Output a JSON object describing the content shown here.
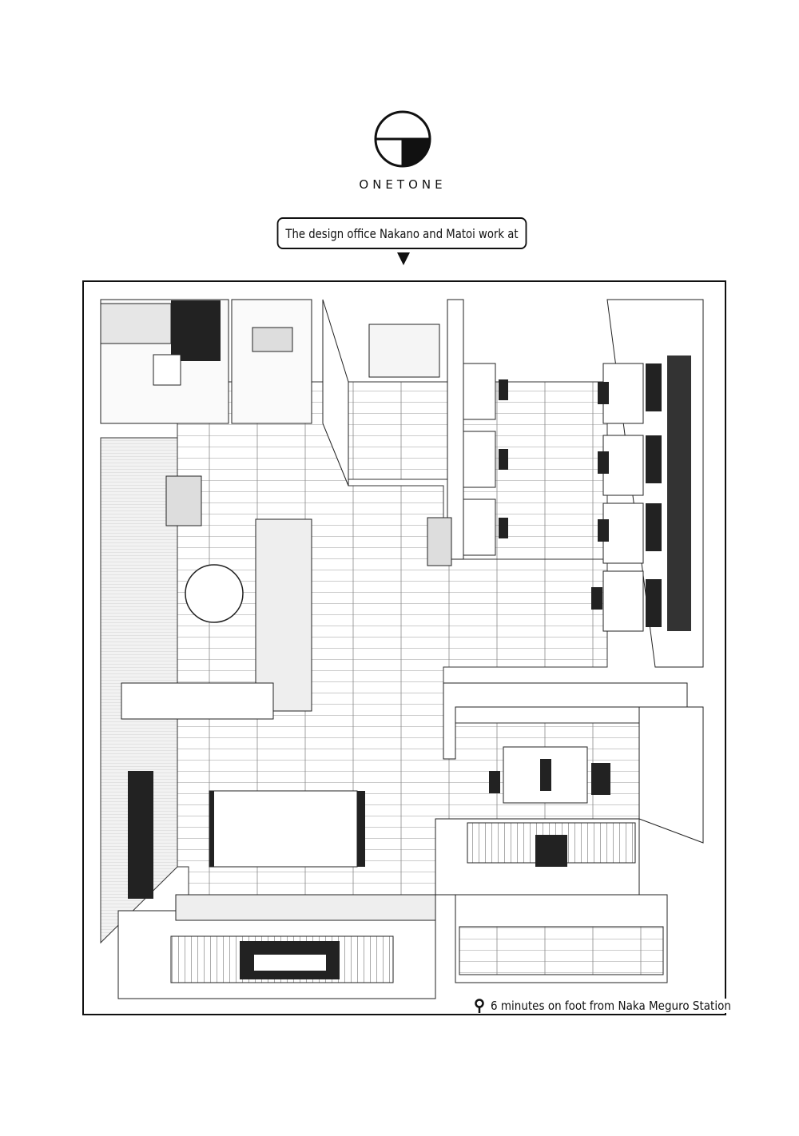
{
  "logo": {
    "brand": "ONETONE"
  },
  "caption": {
    "text": "The design office Nakano and Matoi work at"
  },
  "location": {
    "icon": "map-pin-icon",
    "text": "6 minutes on foot from Naka Meguro Station"
  }
}
